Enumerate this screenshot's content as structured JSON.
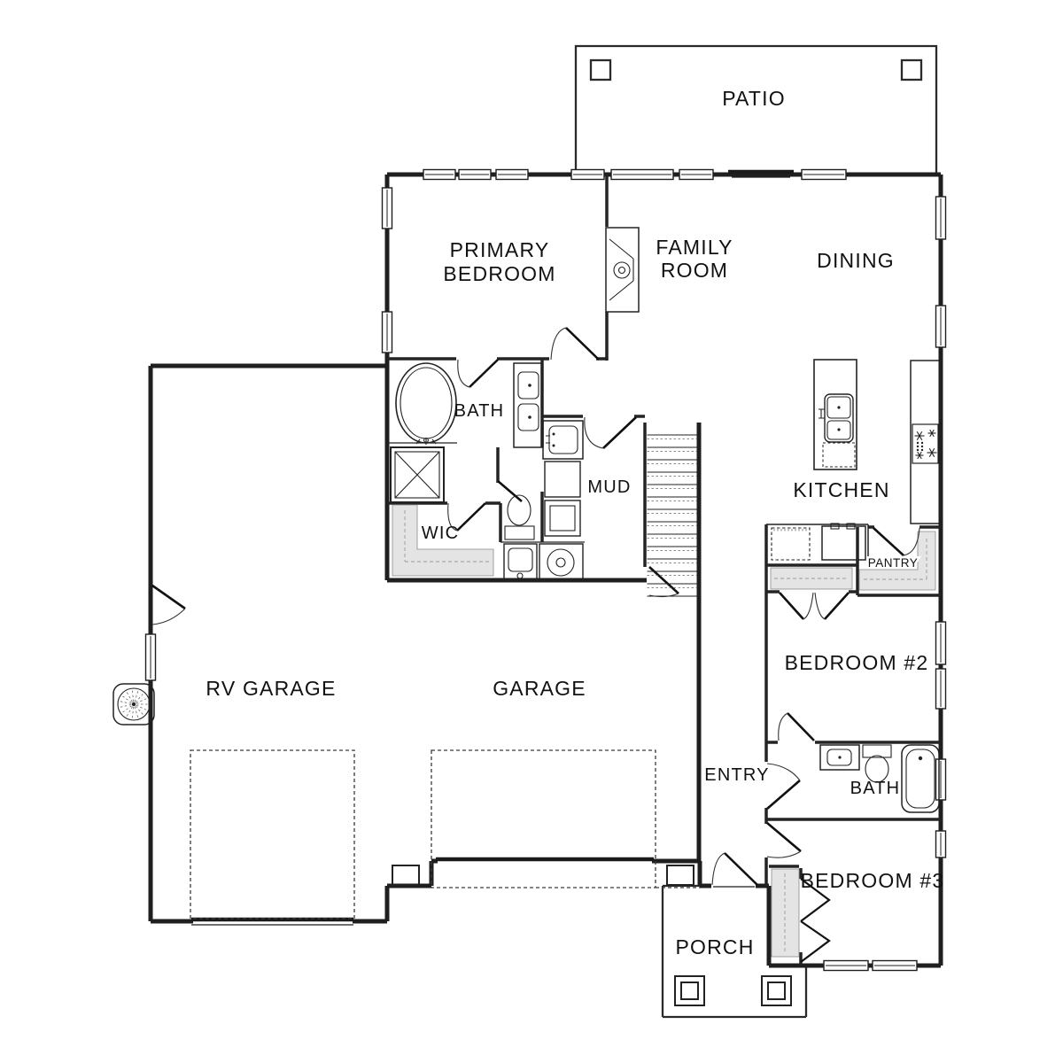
{
  "title": "Single-story floor plan",
  "colors": {
    "background": "#ffffff",
    "wall": "#1f1f1f",
    "shelf_fill": "#e4e4e4",
    "dashed_line": "#3a3a3a"
  },
  "rooms": {
    "patio": {
      "label": "PATIO"
    },
    "primary_bedroom": {
      "line1": "PRIMARY",
      "line2": "BEDROOM"
    },
    "family_room": {
      "line1": "FAMILY",
      "line2": "ROOM"
    },
    "dining": {
      "label": "DINING"
    },
    "bath_primary": {
      "label": "BATH"
    },
    "wic": {
      "label": "WIC"
    },
    "mud": {
      "label": "MUD"
    },
    "kitchen": {
      "label": "KITCHEN"
    },
    "pantry": {
      "label": "PANTRY"
    },
    "rv_garage": {
      "label": "RV GARAGE"
    },
    "garage": {
      "label": "GARAGE"
    },
    "entry": {
      "label": "ENTRY"
    },
    "bedroom2": {
      "label": "BEDROOM #2"
    },
    "bath2": {
      "label": "BATH"
    },
    "bedroom3": {
      "label": "BEDROOM #3"
    },
    "porch": {
      "label": "PORCH"
    }
  }
}
